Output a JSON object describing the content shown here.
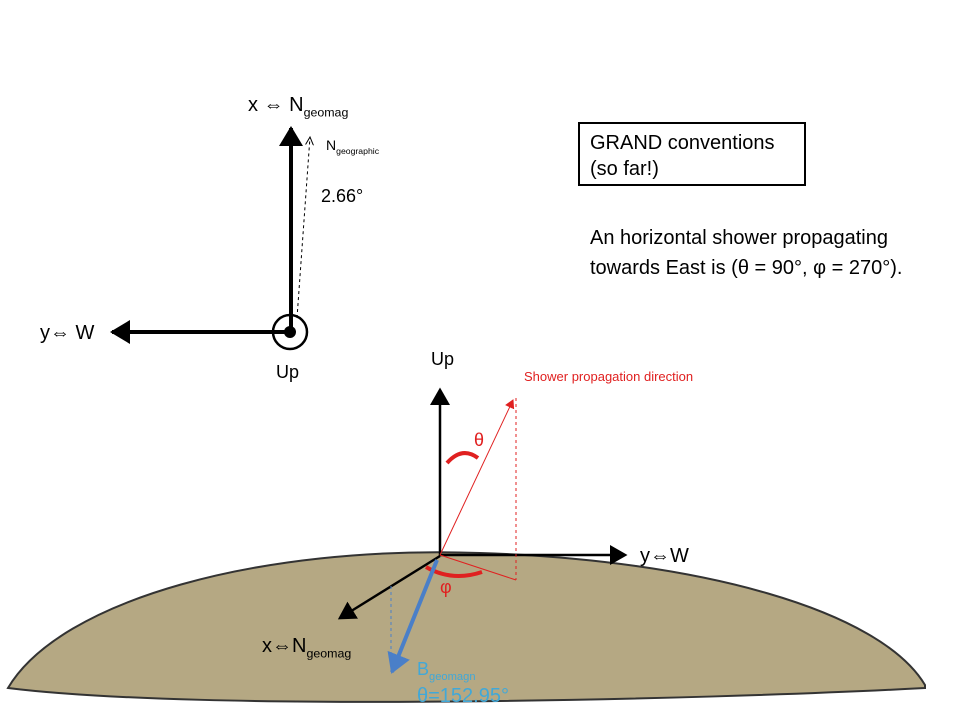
{
  "top_frame": {
    "x_axis_label": "x ⇔ N",
    "x_axis_sub": "geomag",
    "geographic_label": "N",
    "geographic_sub": "geographic",
    "declination_angle": "2.66°",
    "y_axis_label": "y⇔ W",
    "up_label": "Up"
  },
  "conventions": {
    "title_line1": "GRAND conventions",
    "title_line2": "(so far!)",
    "desc_line1": "An horizontal shower propagating",
    "desc_line2": "towards East is (θ = 90°, φ = 270°)."
  },
  "ground_frame": {
    "up_label": "Up",
    "y_axis_label": "y⇔W",
    "x_axis_label": "x⇔N",
    "x_axis_sub": "geomag",
    "shower_label": "Shower propagation direction",
    "theta_symbol": "θ",
    "phi_symbol": "φ",
    "bfield_label": "B",
    "bfield_sub": "geomagn",
    "bfield_theta": "θ=152.95°"
  },
  "colors": {
    "ground_fill": "#b5a883",
    "shower_red": "#e02020",
    "bfield_blue": "#41a8d8",
    "axis_black": "#000000"
  }
}
